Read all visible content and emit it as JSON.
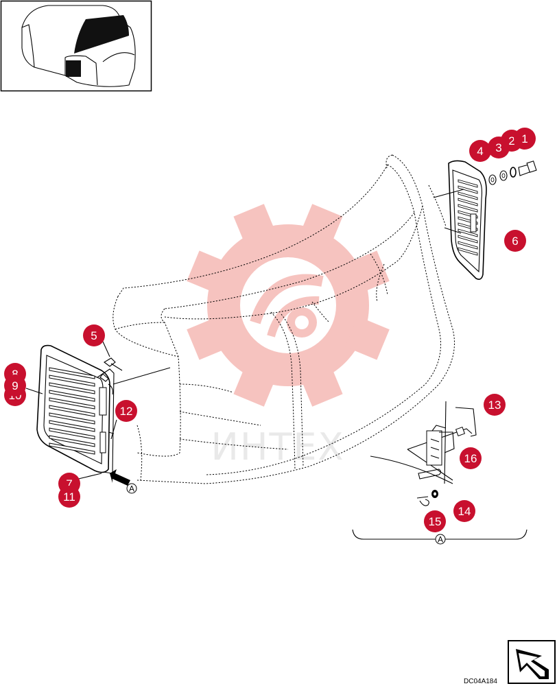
{
  "diagram": {
    "drawing_code": "DC04A184",
    "view_marker": "A",
    "watermark_text": "ИНТЕХ",
    "colors": {
      "callout": "#c8102e",
      "watermark": "#f5b9b4",
      "line": "#000000",
      "background": "#ffffff"
    },
    "callouts": [
      {
        "label": "1"
      },
      {
        "label": "2"
      },
      {
        "label": "3"
      },
      {
        "label": "4"
      },
      {
        "label": "5"
      },
      {
        "label": "6"
      },
      {
        "label": "7"
      },
      {
        "label": "8"
      },
      {
        "label": "9"
      },
      {
        "label": "10"
      },
      {
        "label": "11"
      },
      {
        "label": "12"
      },
      {
        "label": "13"
      },
      {
        "label": "14"
      },
      {
        "label": "15"
      },
      {
        "label": "16"
      }
    ],
    "icons": {
      "overview": "machine-overview-icon",
      "orientation": "orientation-arrow-icon",
      "view_arrow": "view-direction-arrow-icon",
      "watermark": "gear-logo-watermark"
    }
  }
}
